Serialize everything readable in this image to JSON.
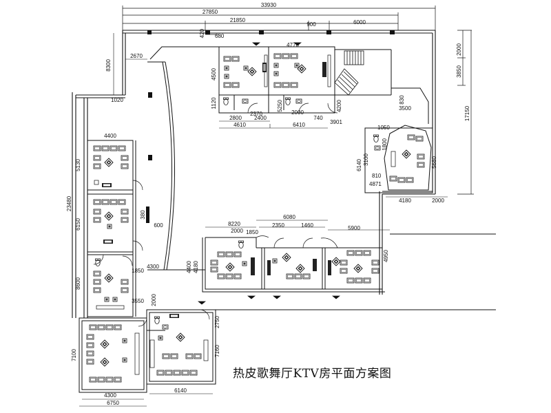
{
  "title": "热皮歌舞厅KTV房平面方案图",
  "dimensions": {
    "d33930": "33930",
    "d27850": "27850",
    "d21850": "21850",
    "d900": "900",
    "d6000": "6000",
    "d420": "420",
    "d680": "680",
    "d2000r": "2000",
    "d3850": "3850",
    "d17150": "17150",
    "d8300": "8300",
    "d2670": "2670",
    "d4770": "4770",
    "d4500": "4500",
    "d5250": "5250",
    "d4200": "4200",
    "d1120": "1120",
    "d2370": "2370",
    "d2800": "2800",
    "d2400": "2400",
    "d740": "740",
    "d2000a": "2000",
    "d4610": "4610",
    "d6410": "6410",
    "d3901": "3901",
    "d1020": "1020",
    "d830": "830",
    "d3500": "3500",
    "d1050": "1050",
    "d1800": "1800",
    "d6140a": "6140",
    "d3100": "3100",
    "d5680": "5680",
    "d810": "810",
    "d4871": "4871",
    "d4180": "4180",
    "d2000b": "2000",
    "d4400": "4400",
    "d5130": "5130",
    "d23480": "23480",
    "d6150": "6150",
    "d380": "380",
    "d600": "600",
    "d8220": "8220",
    "d6080": "6080",
    "d2350": "2350",
    "d1460": "1460",
    "d2000c": "2000",
    "d1850a": "1850",
    "d5900": "5900",
    "d4400b": "4400",
    "d4180b": "4180",
    "d4950": "4950",
    "d4300": "4300",
    "d8600": "8600",
    "d1850b": "1850",
    "d3550": "3550",
    "d2000d": "2000",
    "d2750": "2750",
    "d7100": "7100",
    "d7160": "7160",
    "d4300b": "4300",
    "d6750": "6750",
    "d6140b": "6140"
  }
}
